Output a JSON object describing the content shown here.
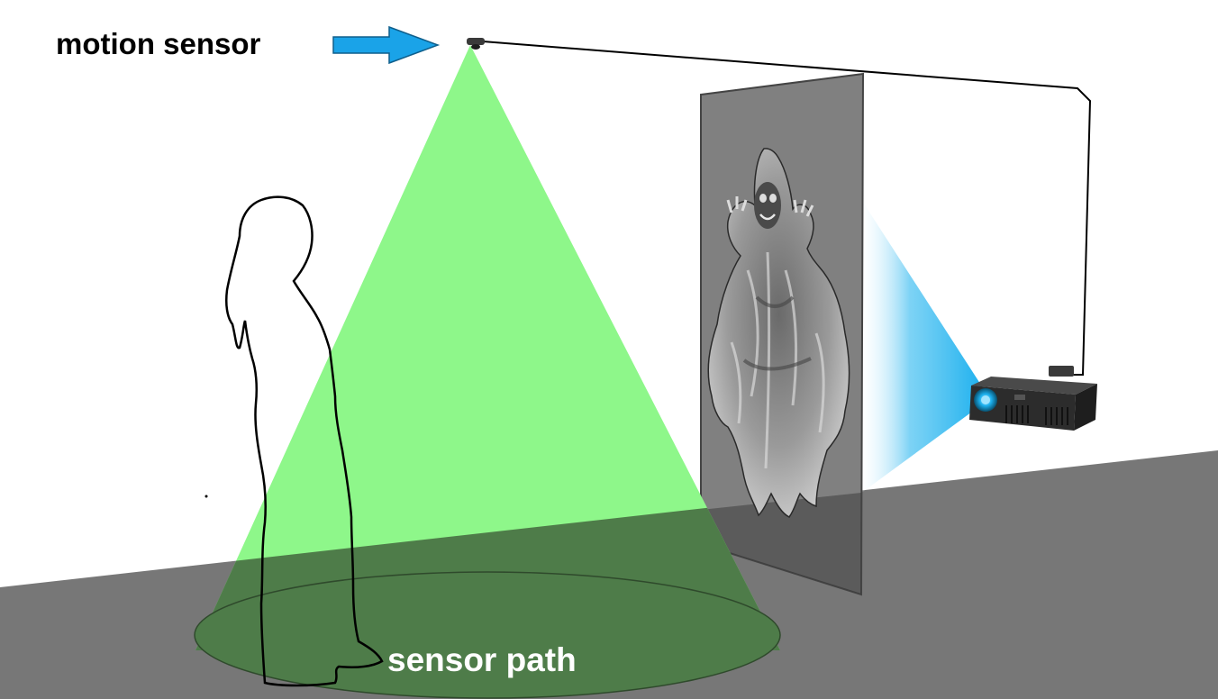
{
  "labels": {
    "motion_sensor": "motion sensor",
    "sensor_path": "sensor path"
  },
  "colors": {
    "background": "#ffffff",
    "floor": "#777777",
    "sensor_cone": "#8ef78a",
    "sensor_cone_on_floor": "#4e7c49",
    "arrow": "#1aa3e8",
    "projector_beam": "#1cb0ee",
    "screen": "#808080",
    "wire": "#000000"
  },
  "icons": {
    "arrow": "right-arrow-icon",
    "sensor": "motion-sensor-icon",
    "projector": "projector-icon",
    "ghost": "ghost-figure",
    "person": "person-silhouette"
  }
}
